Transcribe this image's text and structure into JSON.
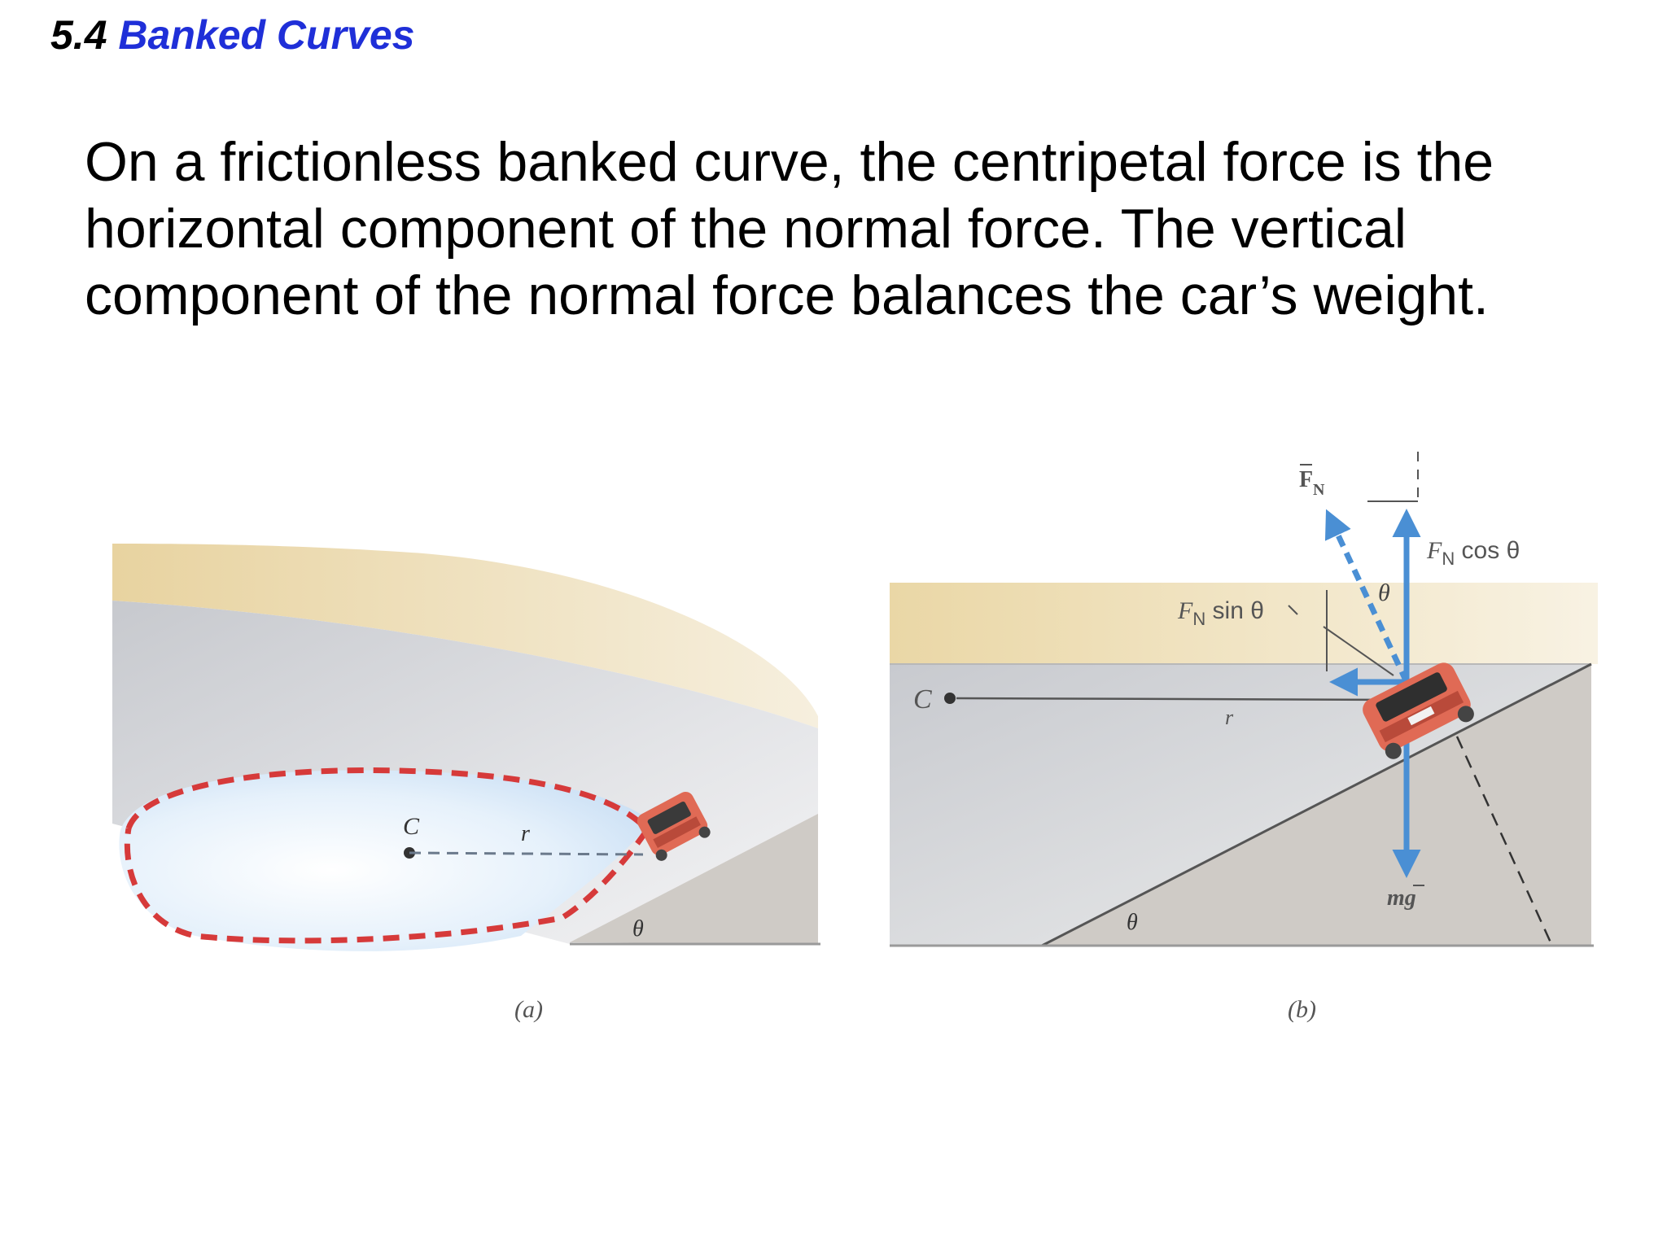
{
  "title": {
    "number": "5.4",
    "name": "Banked Curves"
  },
  "body_lines": [
    "On a frictionless banked curve, the centripetal force is the",
    "horizontal component of the normal force.  The vertical",
    "component of the normal force balances the car’s weight."
  ],
  "figure_a": {
    "center_label": "C",
    "radius_label": "r",
    "angle_label": "θ",
    "caption": "(a)"
  },
  "figure_b": {
    "center_label": "C",
    "radius_label": "r",
    "angle_label": "θ",
    "angle_label_force": "θ",
    "normal_force_label": "F",
    "normal_force_sub": "N",
    "horizontal_component": {
      "F": "F",
      "sub": "N",
      "expr": " sin θ"
    },
    "vertical_component": {
      "F": "F",
      "sub": "N",
      "expr": " cos θ"
    },
    "weight_label": "mg",
    "caption": "(b)"
  },
  "colors": {
    "title_accent": "#1f2fd8",
    "force_arrow": "#4a8fd4",
    "car_body": "#e06a55",
    "path_dashes": "#d63a3a",
    "wall_top": "#eddcae",
    "road_surface": "#d3d5d9",
    "bank_wedge": "#cfcbc6"
  }
}
